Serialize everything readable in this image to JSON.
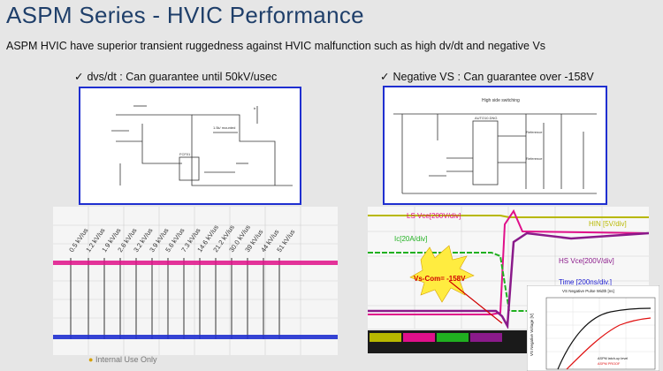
{
  "title": "ASPM Series - HVIC Performance",
  "subtitle": "ASPM HVIC have superior transient ruggedness against HVIC malfunction such as high dv/dt and negative Vs",
  "left_caption": {
    "check": "✓",
    "text": "dvs/dt : Can guarantee until 50kV/usec"
  },
  "right_caption": {
    "check": "✓",
    "text": "Negative VS : Can guarantee over -158V"
  },
  "schematic_right_title": "High side switching",
  "dvdt_labels": [
    "0.5 kV/us",
    "1.2 kV/us",
    "1.9 kV/us",
    "2.6 kV/us",
    "3.2 kV/us",
    "3.9 kV/us",
    "5.6 kV/us",
    "7.3 kV/us",
    "14.6 kV/us",
    "21.2 kV/us",
    "30.0 kV/us",
    "39 kV/us",
    "44 kV/us",
    "51 kV/us"
  ],
  "scope_labels": {
    "ls": "LS Vce[200V/div]",
    "hin": "HIN [5V/div]",
    "ic": "Ic[20A/div]",
    "hs": "HS Vce[200V/div]",
    "time": "Time [200ns/div.]",
    "burst": "Vs-Com= -158V"
  },
  "inset_title": "VS Negative Pulse Width [ns]",
  "inset_ylabel": "VS Negative Voltage [V]",
  "inset_legend": [
    "ASPM latch-up level",
    "ASPM PROOF"
  ],
  "footer": "Internal Use Only",
  "colors": {
    "title": "#1f3f6a",
    "frame": "#1f2fd0",
    "ls": "#e0108a",
    "hin": "#b8b800",
    "ic": "#20b020",
    "hs": "#8a1a8a",
    "time": "#1a1ad0"
  }
}
